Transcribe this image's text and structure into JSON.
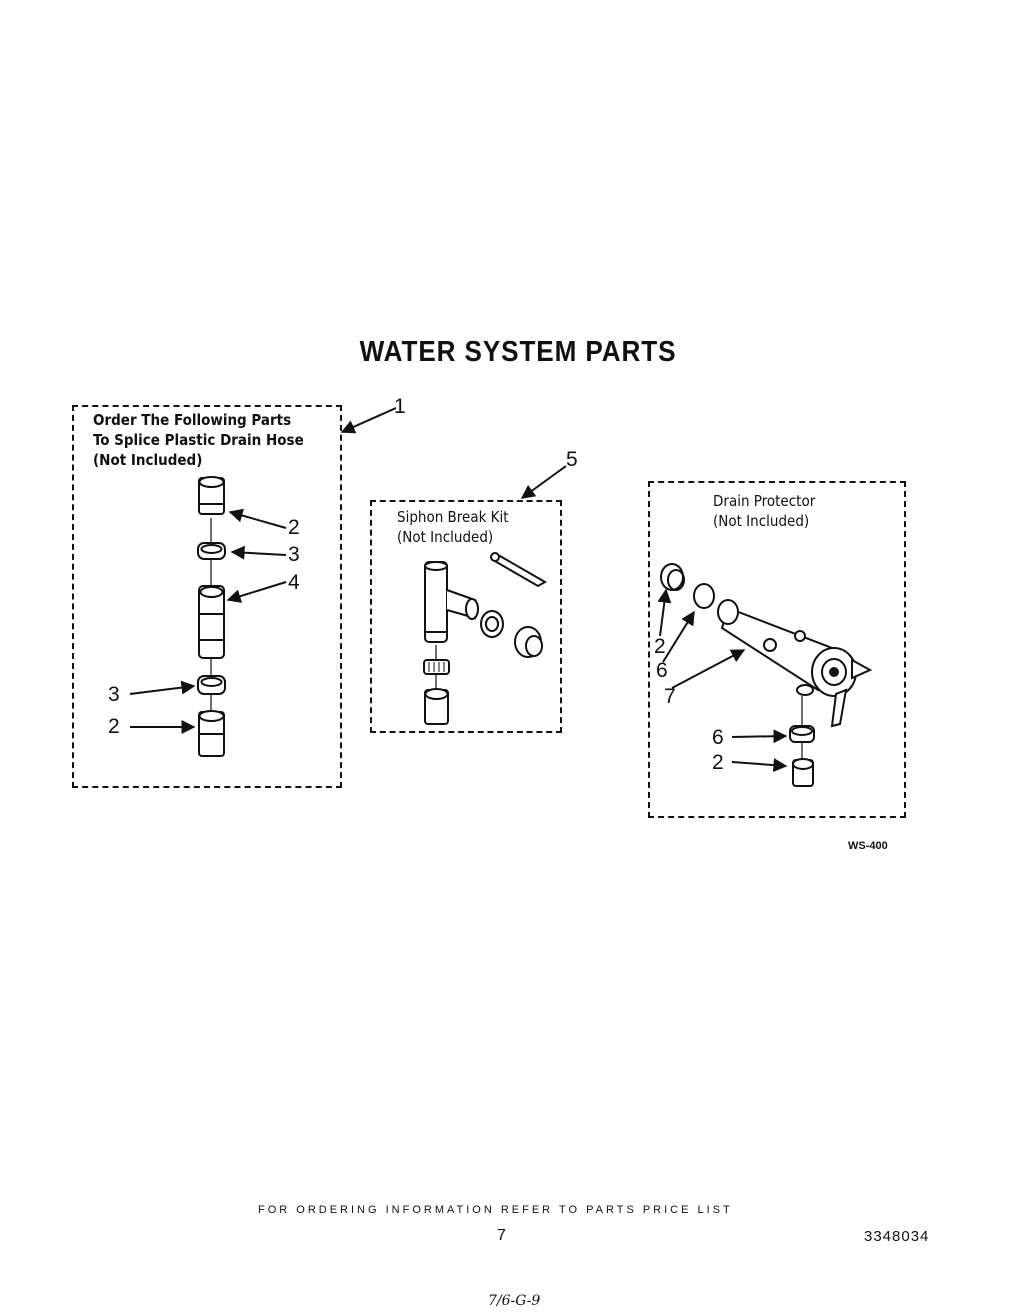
{
  "title": "WATER SYSTEM PARTS",
  "groups": [
    {
      "label": "Order The Following Parts\nTo Splice Plastic Drain Hose\n(Not Included)"
    },
    {
      "label": "Siphon Break Kit\n(Not Included)"
    },
    {
      "label": "Drain Protector\n(Not Included)"
    }
  ],
  "callouts": {
    "c1": "1",
    "c5": "5",
    "g1_top2": "2",
    "g1_top3": "3",
    "g1_4": "4",
    "g1_bot3": "3",
    "g1_bot2": "2",
    "g3_2a": "2",
    "g3_6a": "6",
    "g3_7": "7",
    "g3_6b": "6",
    "g3_2b": "2"
  },
  "figure_code": "WS-400",
  "footer": {
    "note": "FOR ORDERING INFORMATION REFER TO PARTS PRICE LIST",
    "page": "7",
    "doc_number": "3348034",
    "handwritten": "7/6-G-9"
  }
}
